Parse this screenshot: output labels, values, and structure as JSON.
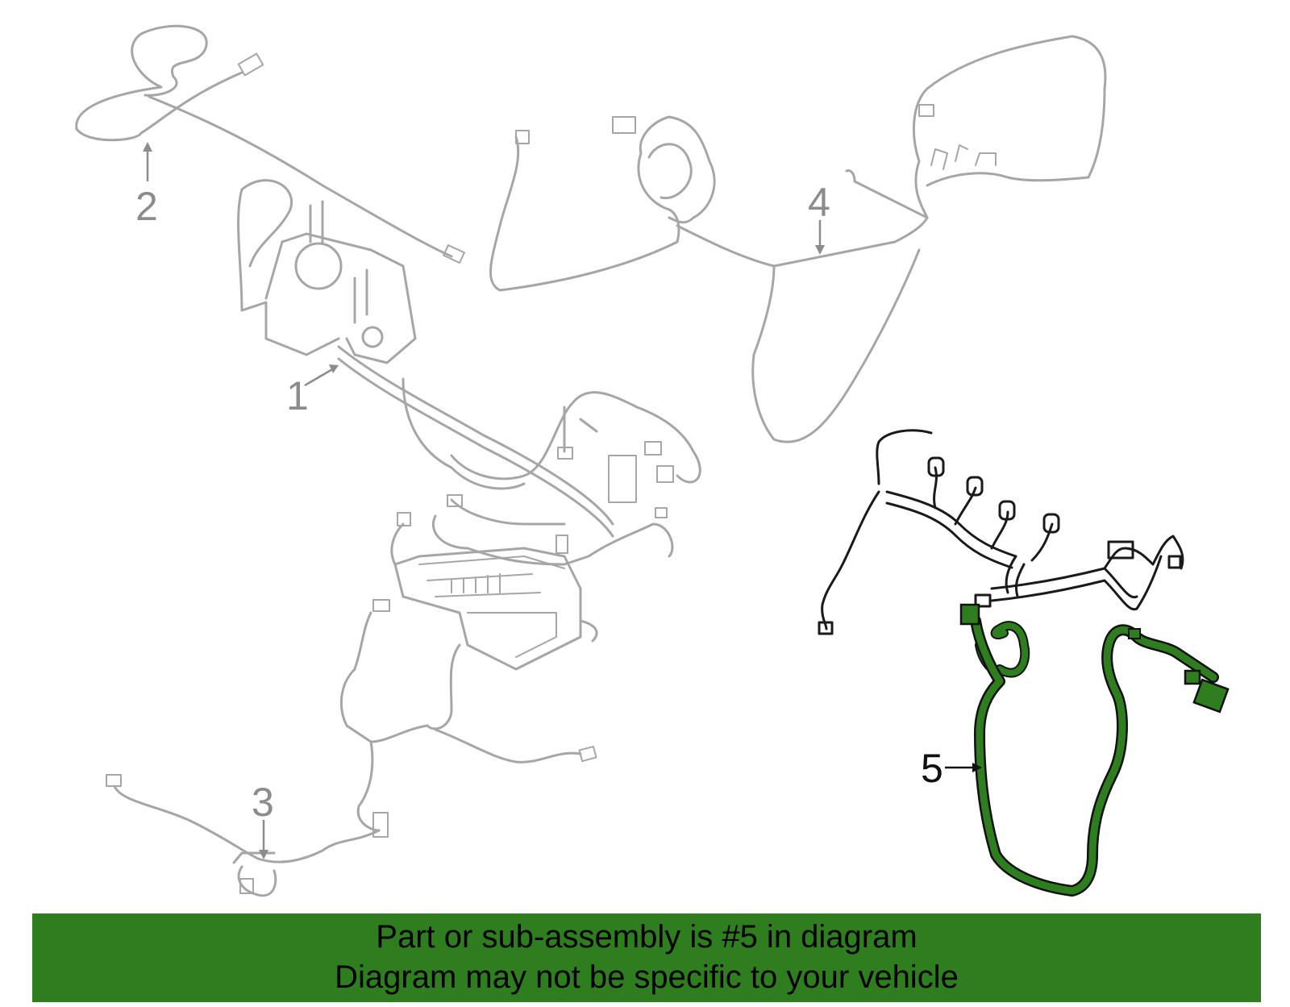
{
  "callouts": {
    "c1": "1",
    "c2": "2",
    "c3": "3",
    "c4": "4",
    "c5": "5"
  },
  "banner": {
    "line1": "Part or sub-assembly is #5 in diagram",
    "line2": "Diagram may not be specific to your vehicle"
  },
  "colors": {
    "banner_bg": "#2e7d1f",
    "highlight_part": "#2e7d1f",
    "other_parts": "#a6a6a6",
    "callout_text": "#8c8c8c"
  }
}
